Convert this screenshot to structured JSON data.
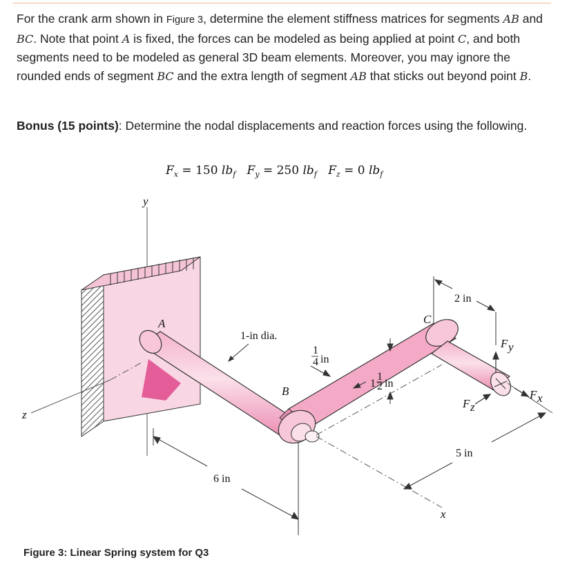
{
  "problem": {
    "intro_text_1": "For the crank arm shown in ",
    "figure_ref": "Figure 3",
    "intro_text_2": ", determine the element stiffness matrices for segments ",
    "seg_ab": "AB",
    "and_text": " and ",
    "seg_bc": "BC",
    "intro_text_3": ". Note that point ",
    "point_a": "A",
    "intro_text_4": " is fixed, the forces can be modeled as being applied at point ",
    "point_c": "C",
    "intro_text_5": ", and both segments need to be modeled as general 3D beam elements. Moreover, you may ignore the rounded ends of segment ",
    "seg_bc_2": "BC",
    "intro_text_6": " and the extra length of segment ",
    "seg_ab_2": "AB",
    "intro_text_7": " that sticks out beyond point ",
    "point_b": "B",
    "intro_text_8": "."
  },
  "bonus": {
    "label": "Bonus (15 points)",
    "text": ": Determine the nodal displacements and reaction forces using the following."
  },
  "forces": {
    "fx_sym": "F",
    "fx_sub": "x",
    "fx_val": " = 150 ",
    "fy_sym": "F",
    "fy_sub": "y",
    "fy_val": " = 250 ",
    "fz_sym": "F",
    "fz_sub": "z",
    "fz_val": " = 0 ",
    "unit": "lb",
    "unit_sub": "f"
  },
  "figure": {
    "axis_y": "y",
    "axis_z": "z",
    "axis_x": "x",
    "point_a": "A",
    "point_b": "B",
    "point_c": "C",
    "dia_label": "1-in dia.",
    "quarter_in": "in",
    "frac_1": "1",
    "frac_4": "4",
    "one_half_whole": "1",
    "one_half_1": "1",
    "one_half_2": "2",
    "one_half_unit": "in",
    "two_in": "2 in",
    "five_in": "5 in",
    "six_in": "6 in",
    "force_fy": "F",
    "force_fy_sub": "y",
    "force_fz": "F",
    "force_fz_sub": "z",
    "force_fx": "F",
    "force_fx_sub": "x"
  },
  "caption": "Figure 3: Linear Spring system for Q3",
  "colors": {
    "pink_light": "#f7c6d8",
    "pink_mid": "#ef9dbd",
    "pink_dark": "#e05a94",
    "hatch": "#444444"
  }
}
